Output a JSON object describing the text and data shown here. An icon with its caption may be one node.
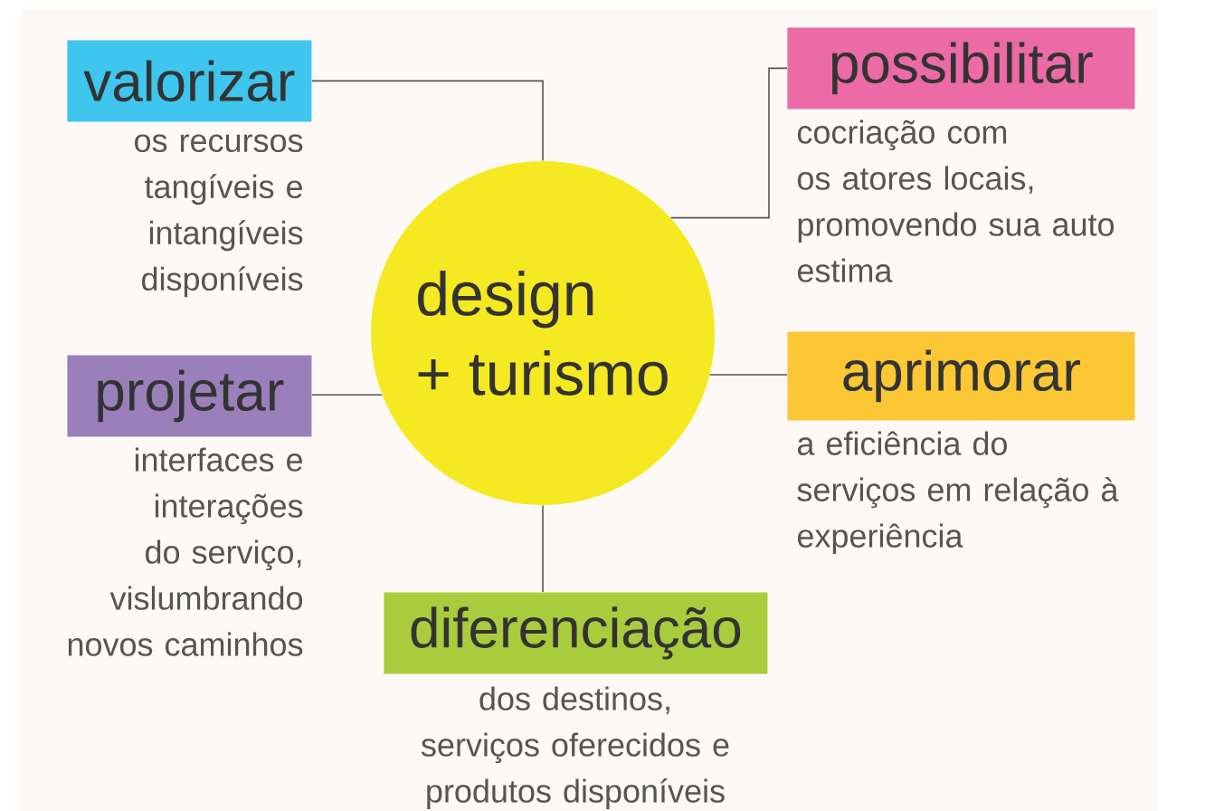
{
  "diagram": {
    "nodes": [
      {
        "text": [
          "design",
          "+ turismo"
        ]
      },
      {
        "text": [
          "valorizar"
        ],
        "beside": [
          "os recursos tangíveis e intangíveis disponíveis"
        ]
      },
      {
        "text": [
          "possibilitar"
        ],
        "beside": [
          "cocriação com os atores locais, promovendo sua auto estima"
        ]
      },
      {
        "text": [
          "projetar"
        ],
        "beside": [
          "interfaces e interações do serviço, vislumbrando novos caminhos"
        ]
      },
      {
        "text": [
          "aprimorar"
        ],
        "beside": [
          "a eficiência do serviços em relação à experiência"
        ]
      },
      {
        "text": [
          "diferenciação"
        ],
        "beside": [
          "dos destinos, serviços oferecidos e produtos disponíveis"
        ]
      }
    ],
    "edges": [
      {
        "from": 1,
        "to": 0,
        "arrow": "none"
      },
      {
        "from": 2,
        "to": 0,
        "arrow": "none"
      },
      {
        "from": 3,
        "to": 0,
        "arrow": "none"
      },
      {
        "from": 0,
        "to": 4,
        "arrow": "none"
      },
      {
        "from": 0,
        "to": 5,
        "arrow": "none"
      }
    ]
  }
}
